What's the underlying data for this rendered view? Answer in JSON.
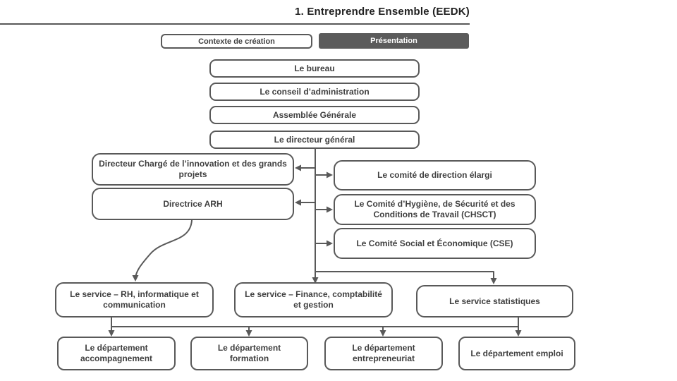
{
  "title": "1. Entreprendre Ensemble (EEDK)",
  "tabs": {
    "contexte": "Contexte de création",
    "presentation": "Présentation"
  },
  "colors": {
    "line_gray": "#595959",
    "active_tab_bg": "#5b5b5b",
    "box_text": "#3f3f3f",
    "title_text": "#212121"
  },
  "org": {
    "top_chain": [
      "Le bureau",
      "Le conseil d’administration",
      "Assemblée Générale",
      "Le directeur général"
    ],
    "left_branch": [
      "Directeur Chargé de l’innovation et des grands projets",
      "Directrice ARH"
    ],
    "right_branch": [
      "Le comité de direction élargi",
      "Le Comité d’Hygiène, de Sécurité et des Conditions de Travail (CHSCT)",
      "Le Comité Social et Économique (CSE)"
    ],
    "services": [
      "Le service – RH, informatique et communication",
      "Le service – Finance, comptabilité et gestion",
      "Le service statistiques"
    ],
    "departments": [
      "Le département accompagnement",
      "Le département formation",
      "Le département entrepreneuriat",
      "Le département emploi"
    ]
  }
}
